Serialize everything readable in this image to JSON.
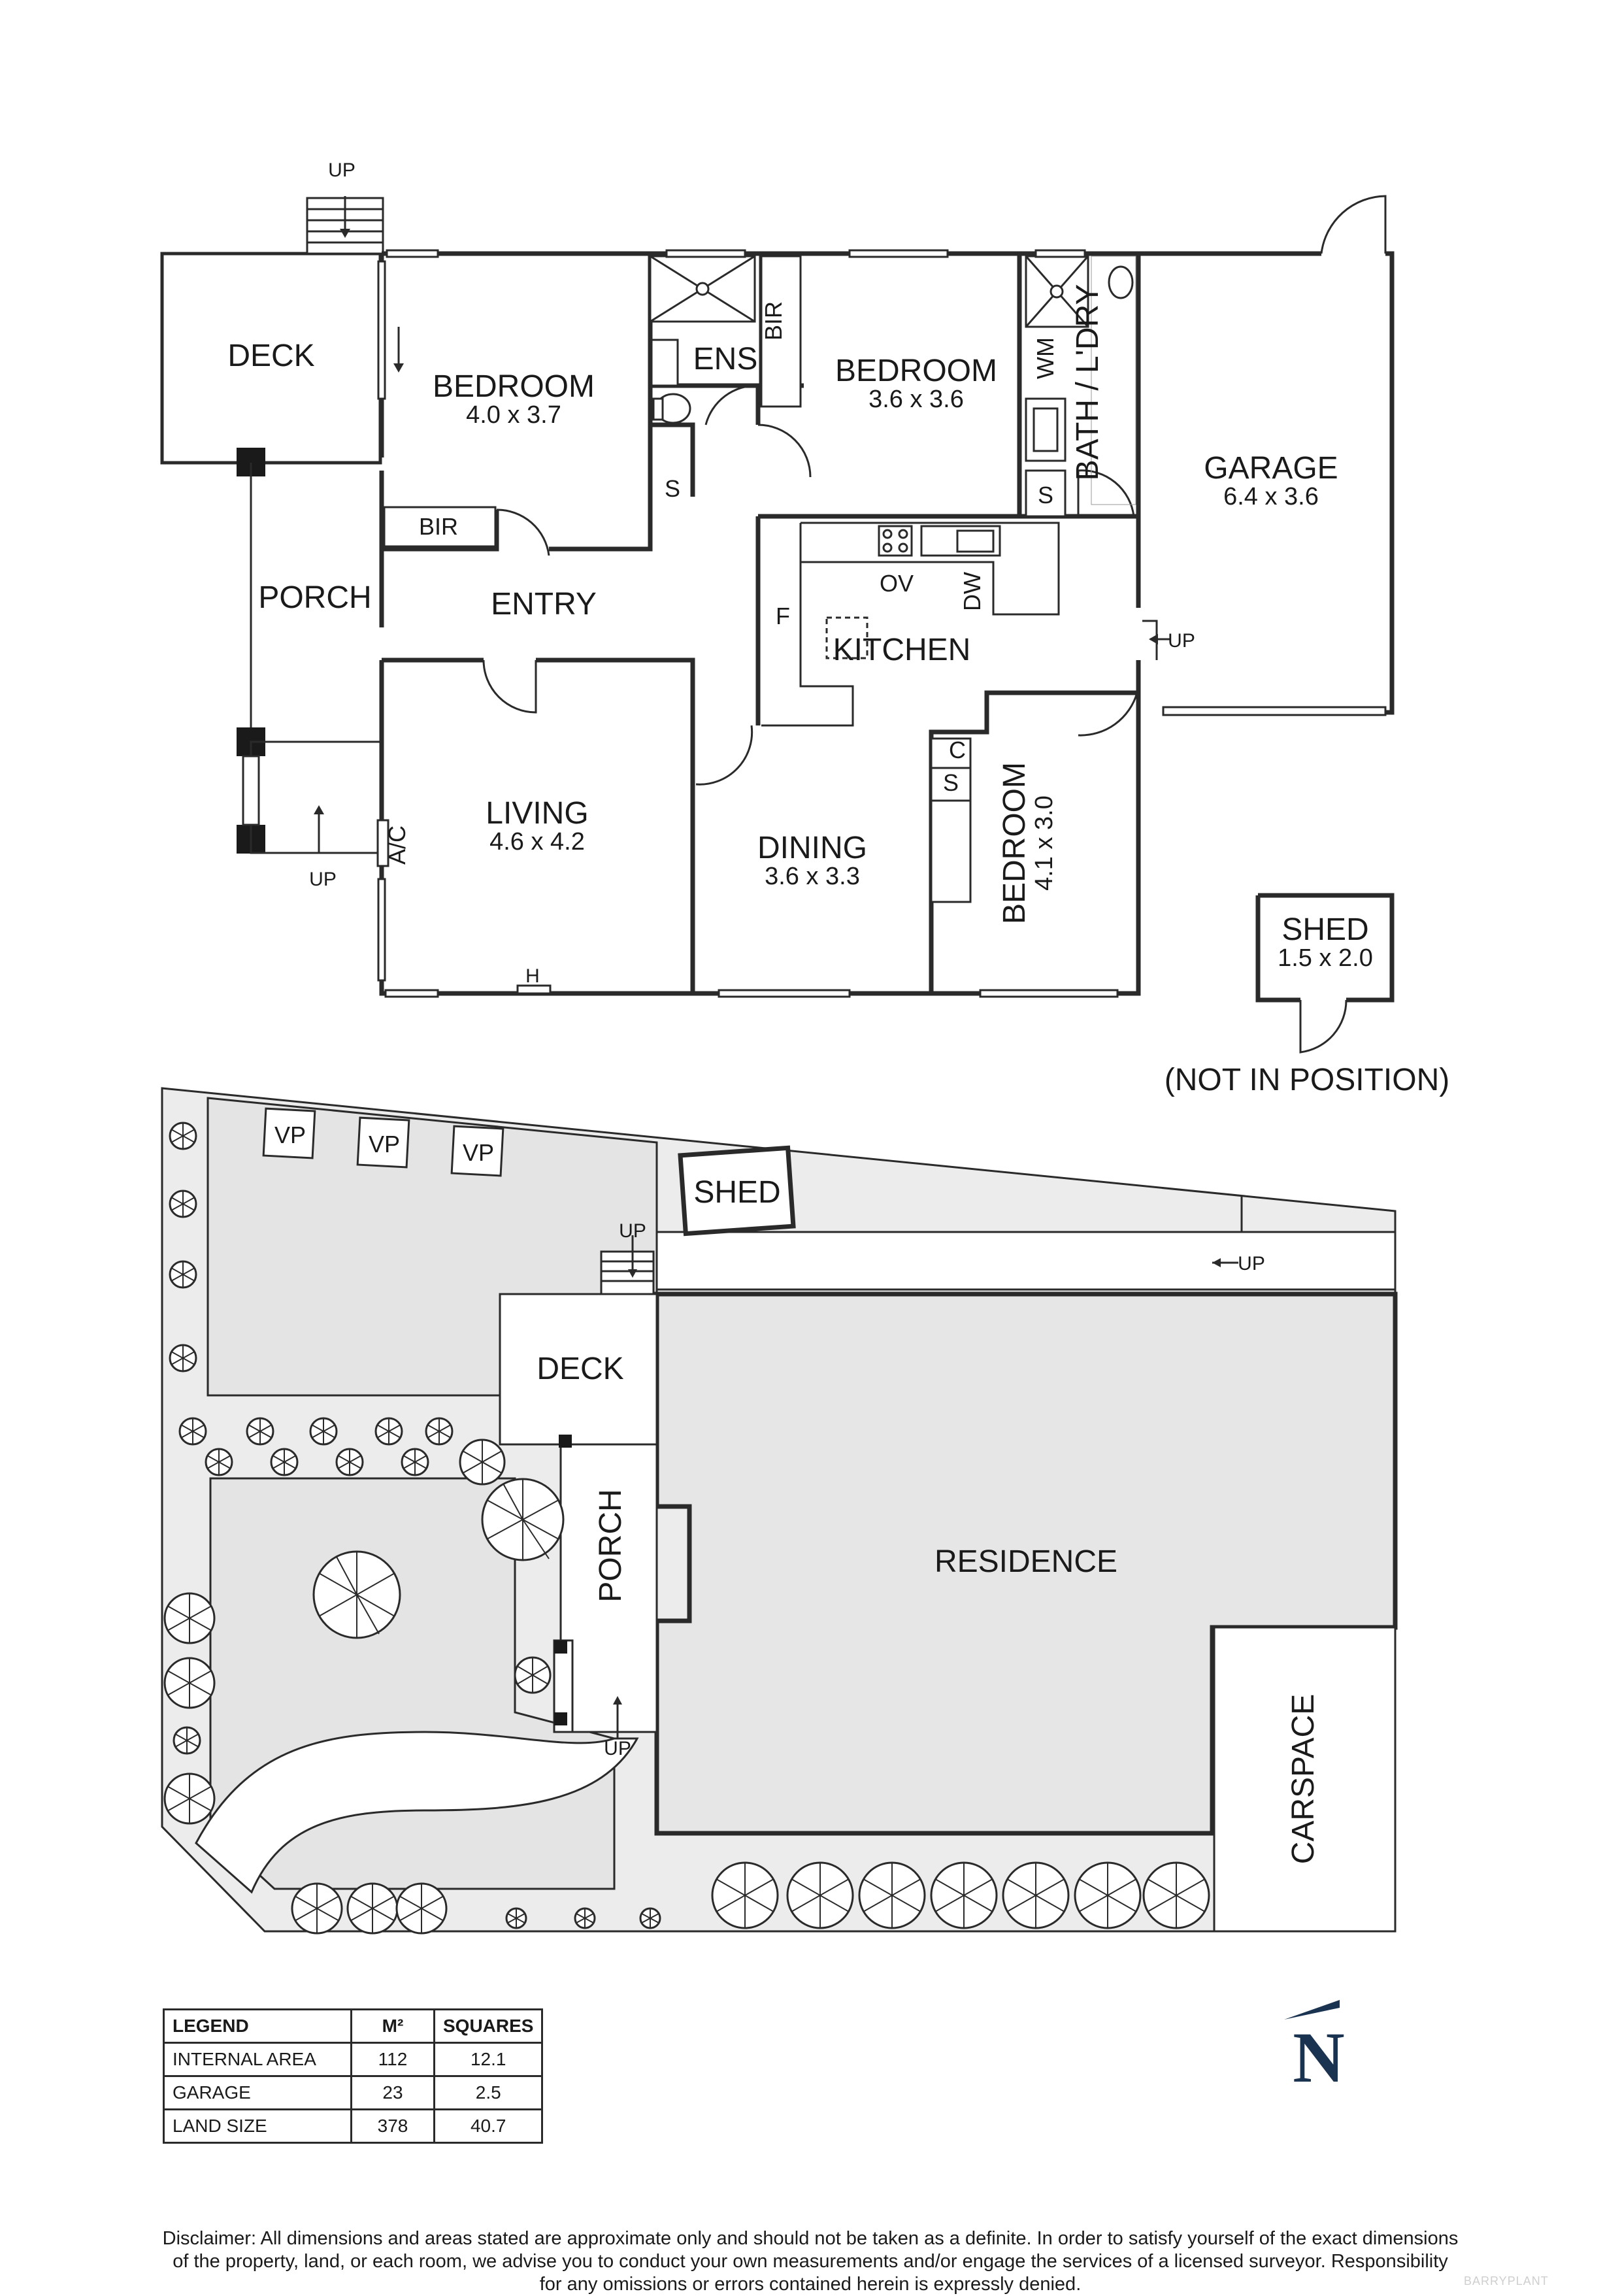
{
  "floor_plan": {
    "deck": "DECK",
    "porch": "PORCH",
    "entry": "ENTRY",
    "bedroom1": {
      "name": "BEDROOM",
      "dims": "4.0 x 3.7"
    },
    "bedroom2": {
      "name": "BEDROOM",
      "dims": "3.6 x 3.6"
    },
    "bedroom3": {
      "name": "BEDROOM",
      "dims": "4.1 x 3.0"
    },
    "ensuite": "ENS",
    "bir": "BIR",
    "bath_laundry": "BATH / L'DRY",
    "wm": "WM",
    "garage": {
      "name": "GARAGE",
      "dims": "6.4 x 3.6"
    },
    "kitchen": "KITCHEN",
    "living": {
      "name": "LIVING",
      "dims": "4.6 x 4.2"
    },
    "dining": {
      "name": "DINING",
      "dims": "3.6 x 3.3"
    },
    "shed": {
      "name": "SHED",
      "dims": "1.5 x 2.0",
      "note": "(NOT IN POSITION)"
    },
    "oven": "OV",
    "dishwasher": "DW",
    "fridge": "F",
    "storage": "S",
    "cupboard": "C",
    "heater": "H",
    "aircon": "A/C",
    "up": "UP"
  },
  "site_plan": {
    "vp": "VP",
    "shed": "SHED",
    "deck": "DECK",
    "porch": "PORCH",
    "residence": "RESIDENCE",
    "carspace": "CARSPACE",
    "up": "UP"
  },
  "compass": "N",
  "legend": {
    "headers": [
      "LEGEND",
      "M²",
      "SQUARES"
    ],
    "rows": [
      [
        "INTERNAL AREA",
        "112",
        "12.1"
      ],
      [
        "GARAGE",
        "23",
        "2.5"
      ],
      [
        "LAND SIZE",
        "378",
        "40.7"
      ]
    ]
  },
  "disclaimer": [
    "Disclaimer: All dimensions and areas stated are approximate only and should not be taken as a definite. In order to satisfy yourself of the exact dimensions",
    "of the property, land, or each room, we advise you to conduct your own measurements and/or engage the services of a licensed surveyor. Responsibility",
    "for any omissions or errors contained herein is expressly denied."
  ],
  "watermark": "BARRYPLANT"
}
